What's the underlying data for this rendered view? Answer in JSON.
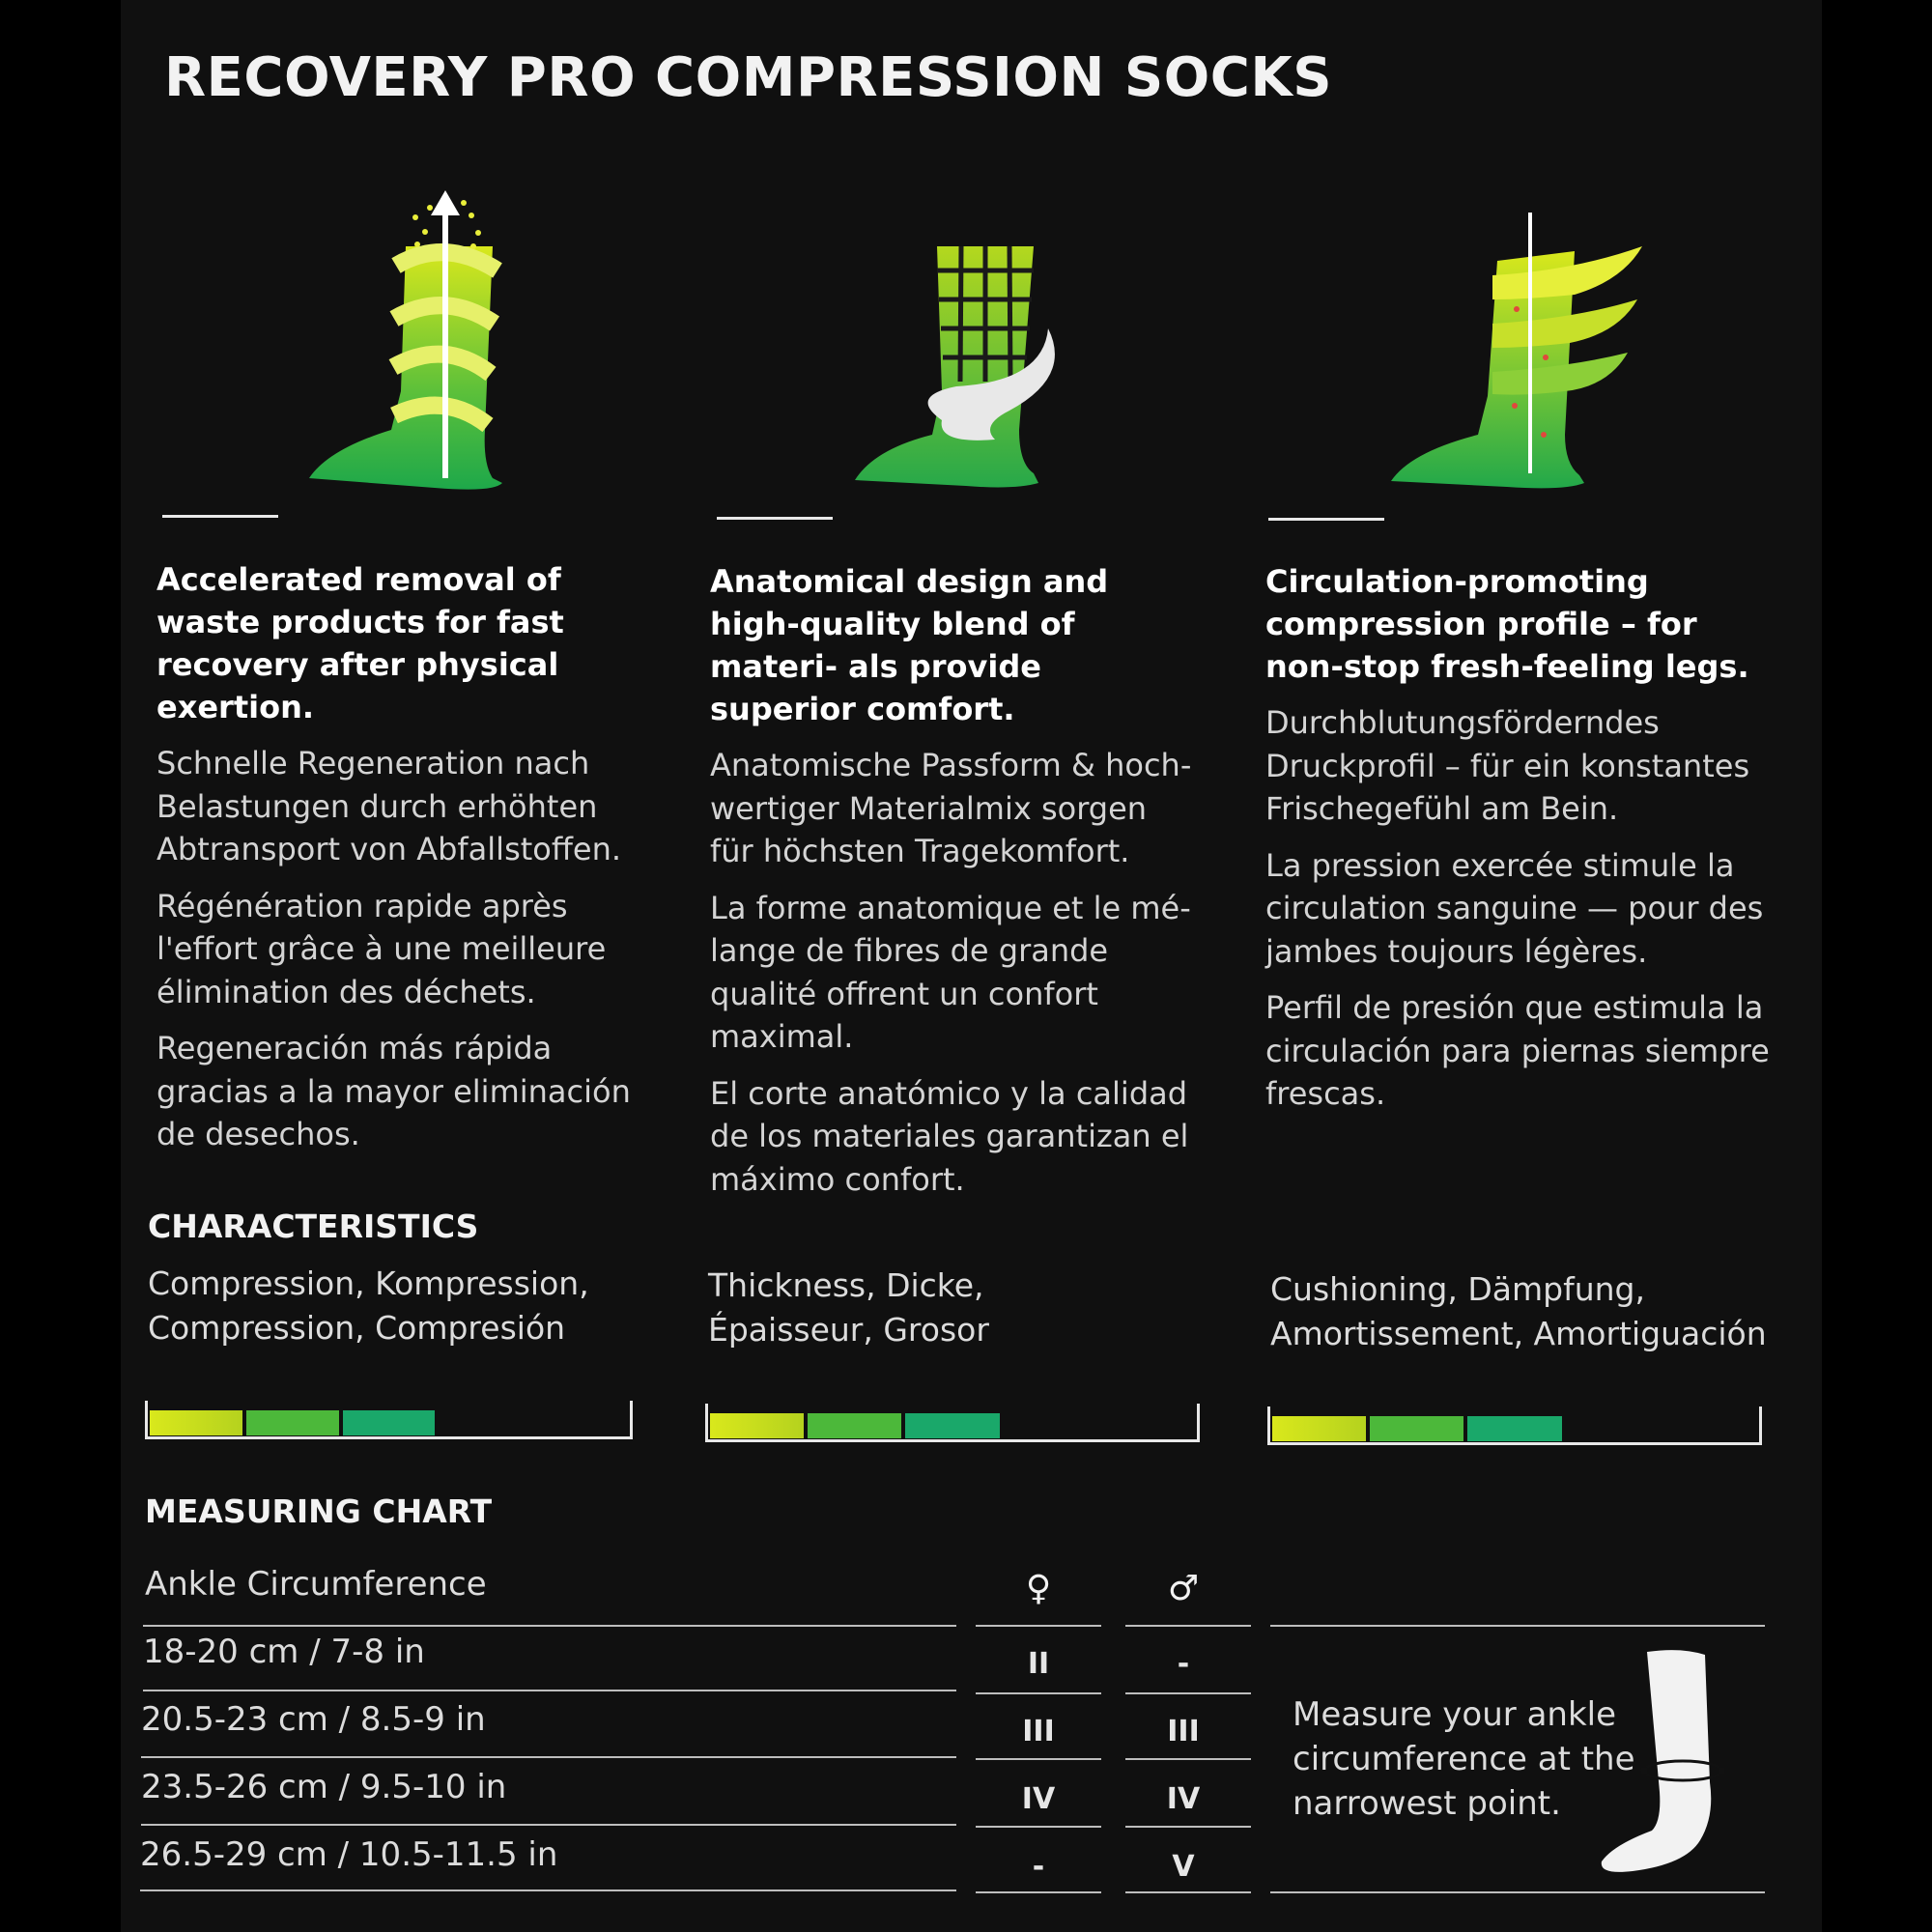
{
  "title": "RECOVERY PRO COMPRESSION SOCKS",
  "features": [
    {
      "icon": "sock-waste-removal-icon",
      "heading": "Accelerated removal of waste products for fast recovery after physical exertion.",
      "de": "Schnelle Regeneration nach Belastungen durch erhöhten Abtransport von Abfallstoffen.",
      "fr": "Régénération rapide après l'effort grâce à une meilleure élimination des déchets.",
      "es": "Regeneración más rápida gracias a la mayor eliminación de desechos."
    },
    {
      "icon": "sock-anatomical-design-icon",
      "heading": "Anatomical design and high-quality blend of materi- als provide superior comfort.",
      "de": "Anatomische Passform & hoch- wertiger Materialmix sorgen für höchsten Tragekomfort.",
      "fr": "La forme anatomique et le mé- lange de fibres de grande qualité offrent un confort maximal.",
      "es": "El corte anatómico y la calidad de los materiales garantizan el máximo confort."
    },
    {
      "icon": "sock-circulation-icon",
      "heading": "Circulation-promoting compression profile – for non-stop fresh-feeling legs.",
      "de": "Durchblutungsförderndes Druckprofil – für ein konstantes Frischegefühl am Bein.",
      "fr": "La pression exercée stimule la circulation sanguine — pour des jambes toujours légères.",
      "es": "Perfil de presión que estimula la circulación para piernas siempre frescas."
    }
  ],
  "characteristics": {
    "heading": "CHARACTERISTICS",
    "items": [
      {
        "label": "Compression, Kompression, Compression, Compresión",
        "level": 3,
        "max": 5
      },
      {
        "label": "Thickness, Dicke, Épaisseur, Grosor",
        "level": 3,
        "max": 5
      },
      {
        "label": "Cushioning, Dämpfung, Amortissement, Amortiguación",
        "level": 3,
        "max": 5
      }
    ],
    "segment_colors": [
      "#b5d21e",
      "#4cb83a",
      "#1aa86a"
    ]
  },
  "measuring_chart": {
    "heading": "MEASURING CHART",
    "column_header": "Ankle Circumference",
    "female_symbol": "♀",
    "male_symbol": "♂",
    "rows": [
      {
        "range": "18-20 cm / 7-8 in",
        "female": "II",
        "male": "-"
      },
      {
        "range": "20.5-23 cm / 8.5-9 in",
        "female": "III",
        "male": "III"
      },
      {
        "range": "23.5-26 cm / 9.5-10 in",
        "female": "IV",
        "male": "IV"
      },
      {
        "range": "26.5-29 cm / 10.5-11.5 in",
        "female": "-",
        "male": "V"
      }
    ],
    "note": "Measure your ankle circumference at the narrowest point."
  },
  "colors": {
    "background": "#101010",
    "accent_green": "#2fb24a",
    "accent_yellow": "#d9e81c"
  }
}
